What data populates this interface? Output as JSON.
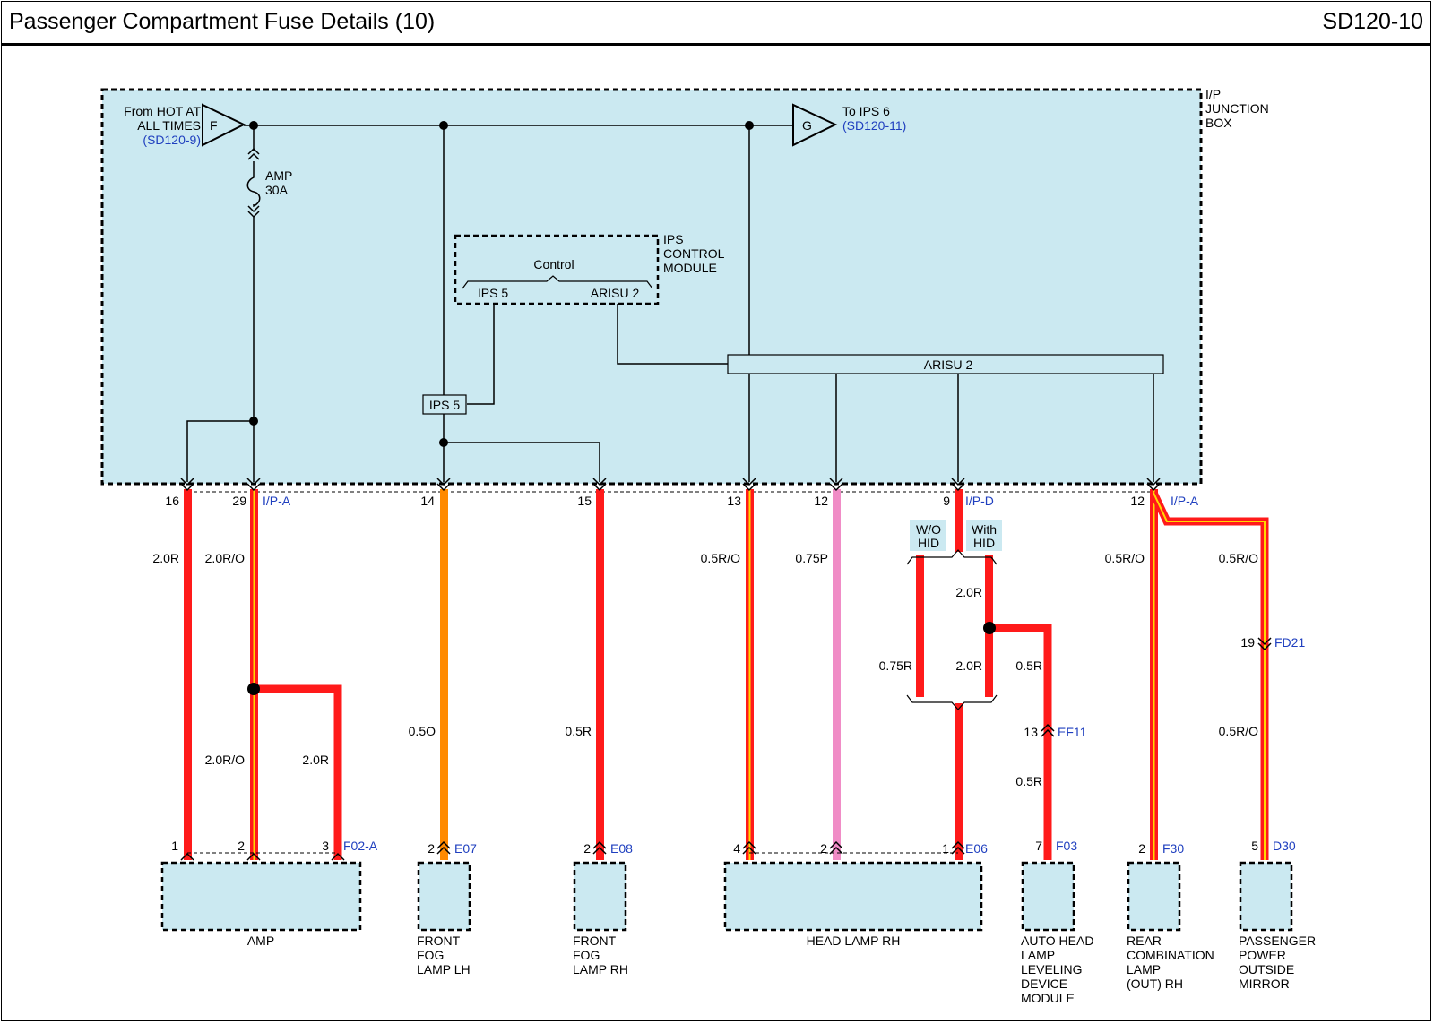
{
  "header": {
    "title": "Passenger Compartment Fuse Details (10)",
    "code": "SD120-10"
  },
  "junction_box": {
    "label": [
      "I/P",
      "JUNCTION",
      "BOX"
    ]
  },
  "input_f": {
    "letter": "F",
    "lines": [
      "From HOT AT",
      "ALL TIMES"
    ],
    "ref": "(SD120-9)"
  },
  "output_g": {
    "letter": "G",
    "line": "To IPS 6",
    "ref": "(SD120-11)"
  },
  "fuse": {
    "name": "AMP",
    "rating": "30A"
  },
  "ips_module": {
    "label": [
      "IPS",
      "CONTROL",
      "MODULE"
    ],
    "control": "Control",
    "ips5": "IPS 5",
    "arisu2": "ARISU 2"
  },
  "ips5_box": "IPS 5",
  "arisu_bus": "ARISU 2",
  "pins": {
    "p16": "16",
    "p29": "29",
    "p14": "14",
    "p15": "15",
    "p13": "13",
    "p12": "12",
    "p9": "9",
    "p12b": "12"
  },
  "connectors": {
    "ipa": "I/P-A",
    "ipd": "I/P-D",
    "ipa2": "I/P-A",
    "fd21": "FD21",
    "ef11": "EF11",
    "f02a": "F02-A",
    "e07": "E07",
    "e08": "E08",
    "e06": "E06",
    "f03": "F03",
    "f30": "F30",
    "d30": "D30"
  },
  "conn_pins": {
    "fd21": "19",
    "ef11": "13",
    "amp1": "1",
    "amp2": "2",
    "amp3": "3",
    "fog_lh": "2",
    "fog_rh": "2",
    "hl4": "4",
    "hl2": "2",
    "hl1": "1",
    "f03": "7",
    "f30": "2",
    "d30": "5"
  },
  "wires": {
    "w16": "2.0R",
    "w29": "2.0R/O",
    "w29b": "2.0R/O",
    "wamp3": "2.0R",
    "w14": "0.5O",
    "w15": "0.5R",
    "w13": "0.5R/O",
    "w12": "0.75P",
    "wwo": "0.75R",
    "wwith": "2.0R",
    "wwith2": "2.0R",
    "wlev": "0.5R",
    "wlev2": "0.5R",
    "wrear": "0.5R/O",
    "wmir": "0.5R/O",
    "wmir2": "0.5R/O"
  },
  "options": {
    "wo": [
      "W/O",
      "HID"
    ],
    "with": [
      "With",
      "HID"
    ]
  },
  "components": {
    "amp": [
      "AMP"
    ],
    "fog_lh": [
      "FRONT",
      "FOG",
      "LAMP LH"
    ],
    "fog_rh": [
      "FRONT",
      "FOG",
      "LAMP RH"
    ],
    "head_lamp": [
      "HEAD LAMP RH"
    ],
    "leveling": [
      "AUTO HEAD",
      "LAMP",
      "LEVELING",
      "DEVICE",
      "MODULE"
    ],
    "rear_comb": [
      "REAR",
      "COMBINATION",
      "LAMP",
      "(OUT) RH"
    ],
    "mirror": [
      "PASSENGER",
      "POWER",
      "OUTSIDE",
      "MIRROR"
    ]
  },
  "colors": {
    "panel": "#cbe9f1",
    "red": "#ff1a1a",
    "orange": "#ff8a00",
    "pink": "#f08cc6",
    "stripe": "#ffd800",
    "blue_text": "#1f3fbf"
  }
}
